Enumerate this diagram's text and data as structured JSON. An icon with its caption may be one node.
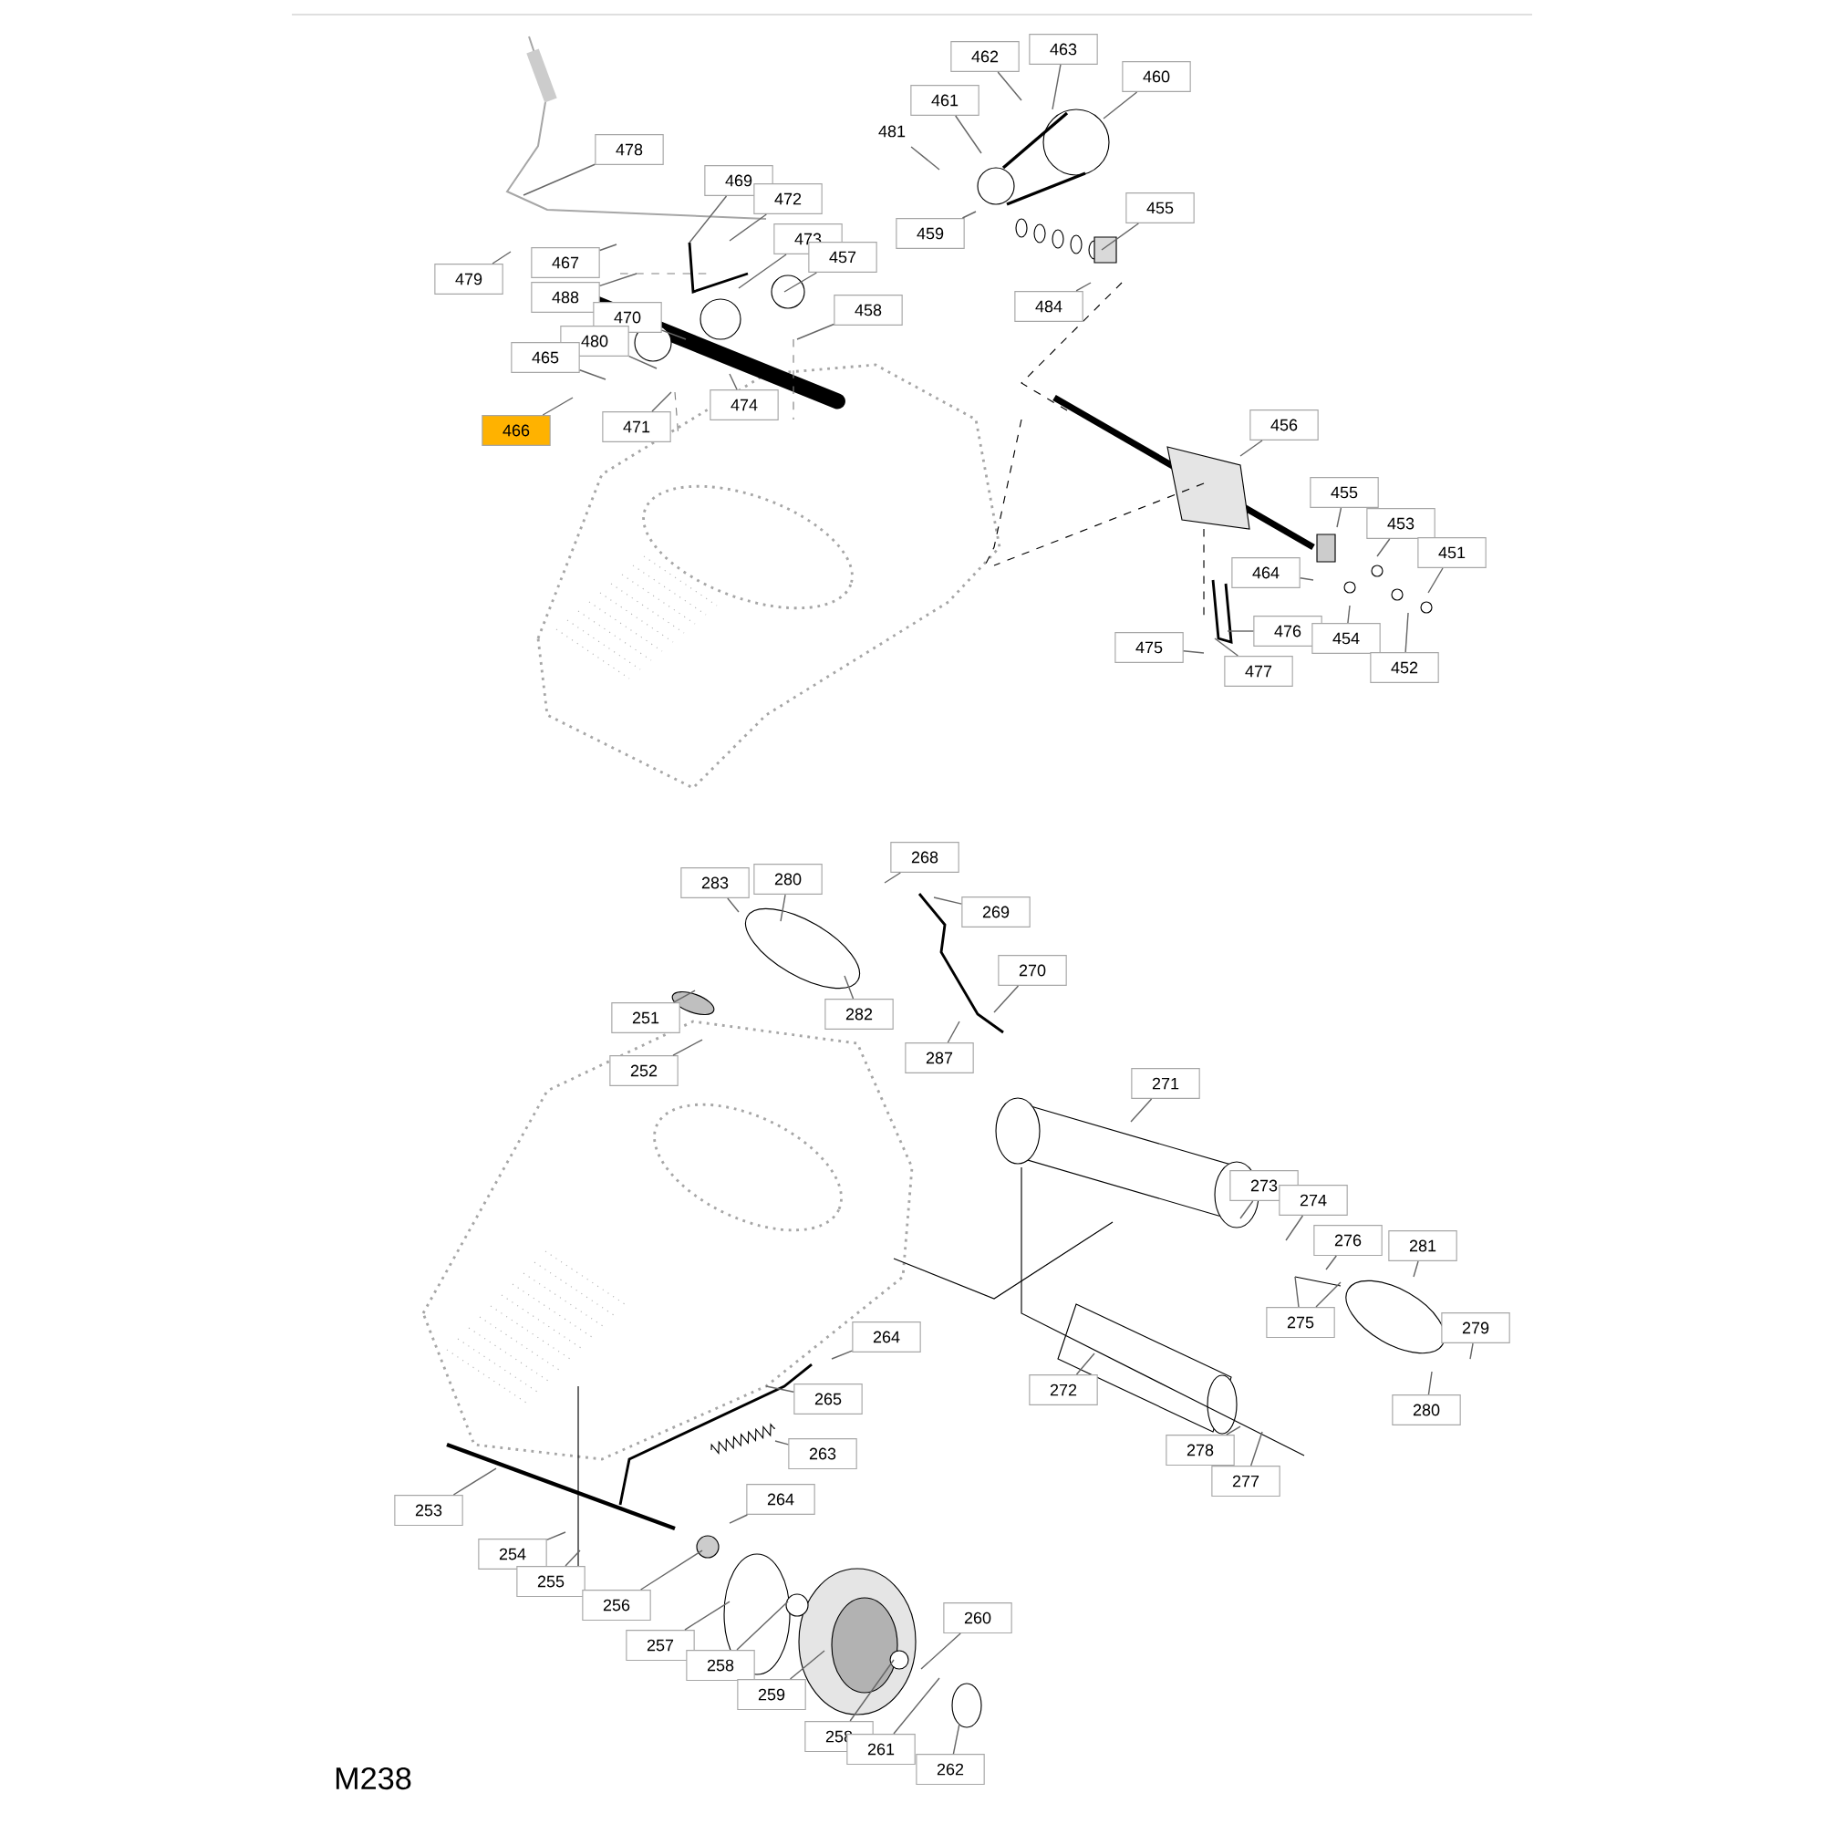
{
  "diagram": {
    "nodes": [
      {
        "text": [
          "478"
        ]
      },
      {
        "text": [
          "469"
        ]
      },
      {
        "text": [
          "472"
        ]
      },
      {
        "text": [
          "473"
        ]
      },
      {
        "text": [
          "457"
        ]
      },
      {
        "text": [
          "458"
        ]
      },
      {
        "text": [
          "479"
        ]
      },
      {
        "text": [
          "467"
        ]
      },
      {
        "text": [
          "488"
        ]
      },
      {
        "text": [
          "470"
        ]
      },
      {
        "text": [
          "480"
        ]
      },
      {
        "text": [
          "465"
        ]
      },
      {
        "text": [
          "466"
        ]
      },
      {
        "text": [
          "471"
        ]
      },
      {
        "text": [
          "474"
        ]
      },
      {
        "text": [
          "462"
        ]
      },
      {
        "text": [
          "463"
        ]
      },
      {
        "text": [
          "461"
        ]
      },
      {
        "text": [
          "460"
        ]
      },
      {
        "text": [
          "481"
        ]
      },
      {
        "text": [
          "459"
        ]
      },
      {
        "text": [
          "455"
        ]
      },
      {
        "text": [
          "484"
        ]
      },
      {
        "text": [
          "456"
        ]
      },
      {
        "text": [
          "455"
        ]
      },
      {
        "text": [
          "453"
        ]
      },
      {
        "text": [
          "451"
        ]
      },
      {
        "text": [
          "464"
        ]
      },
      {
        "text": [
          "476"
        ]
      },
      {
        "text": [
          "475"
        ]
      },
      {
        "text": [
          "477"
        ]
      },
      {
        "text": [
          "454"
        ]
      },
      {
        "text": [
          "452"
        ]
      },
      {
        "text": [
          "283"
        ]
      },
      {
        "text": [
          "280"
        ]
      },
      {
        "text": [
          "268"
        ]
      },
      {
        "text": [
          "269"
        ]
      },
      {
        "text": [
          "270"
        ]
      },
      {
        "text": [
          "282"
        ]
      },
      {
        "text": [
          "251"
        ]
      },
      {
        "text": [
          "252"
        ]
      },
      {
        "text": [
          "287"
        ]
      },
      {
        "text": [
          "271"
        ]
      },
      {
        "text": [
          "273"
        ]
      },
      {
        "text": [
          "274"
        ]
      },
      {
        "text": [
          "276"
        ]
      },
      {
        "text": [
          "275"
        ]
      },
      {
        "text": [
          "281"
        ]
      },
      {
        "text": [
          "279"
        ]
      },
      {
        "text": [
          "280"
        ]
      },
      {
        "text": [
          "264"
        ]
      },
      {
        "text": [
          "265"
        ]
      },
      {
        "text": [
          "263"
        ]
      },
      {
        "text": [
          "264"
        ]
      },
      {
        "text": [
          "272"
        ]
      },
      {
        "text": [
          "278"
        ]
      },
      {
        "text": [
          "277"
        ]
      },
      {
        "text": [
          "253"
        ]
      },
      {
        "text": [
          "254"
        ]
      },
      {
        "text": [
          "255"
        ]
      },
      {
        "text": [
          "256"
        ]
      },
      {
        "text": [
          "257"
        ]
      },
      {
        "text": [
          "258"
        ]
      },
      {
        "text": [
          "259"
        ]
      },
      {
        "text": [
          "258"
        ]
      },
      {
        "text": [
          "260"
        ]
      },
      {
        "text": [
          "261"
        ]
      },
      {
        "text": [
          "262"
        ]
      }
    ],
    "edges": [
      {
        "from": 0,
        "to": null,
        "arrow": "none"
      },
      {
        "from": 1,
        "to": null,
        "arrow": "none"
      },
      {
        "from": 2,
        "to": null,
        "arrow": "none"
      },
      {
        "from": 3,
        "to": null,
        "arrow": "none"
      },
      {
        "from": 4,
        "to": null,
        "arrow": "none"
      },
      {
        "from": 5,
        "to": null,
        "arrow": "none"
      },
      {
        "from": 6,
        "to": null,
        "arrow": "none"
      },
      {
        "from": 7,
        "to": null,
        "arrow": "none"
      },
      {
        "from": 8,
        "to": null,
        "arrow": "none"
      },
      {
        "from": 9,
        "to": null,
        "arrow": "none"
      },
      {
        "from": 10,
        "to": null,
        "arrow": "none"
      },
      {
        "from": 11,
        "to": null,
        "arrow": "none"
      },
      {
        "from": 12,
        "to": null,
        "arrow": "none"
      },
      {
        "from": 13,
        "to": null,
        "arrow": "none"
      },
      {
        "from": 14,
        "to": null,
        "arrow": "none"
      },
      {
        "from": 15,
        "to": null,
        "arrow": "none"
      },
      {
        "from": 16,
        "to": null,
        "arrow": "none"
      },
      {
        "from": 17,
        "to": null,
        "arrow": "none"
      },
      {
        "from": 18,
        "to": null,
        "arrow": "none"
      },
      {
        "from": 19,
        "to": null,
        "arrow": "none"
      },
      {
        "from": 20,
        "to": null,
        "arrow": "none"
      },
      {
        "from": 21,
        "to": null,
        "arrow": "none"
      },
      {
        "from": 22,
        "to": null,
        "arrow": "none"
      },
      {
        "from": 23,
        "to": null,
        "arrow": "none"
      },
      {
        "from": 24,
        "to": null,
        "arrow": "none"
      },
      {
        "from": 25,
        "to": null,
        "arrow": "none"
      },
      {
        "from": 26,
        "to": null,
        "arrow": "none"
      },
      {
        "from": 27,
        "to": null,
        "arrow": "none"
      },
      {
        "from": 28,
        "to": null,
        "arrow": "none"
      },
      {
        "from": 29,
        "to": null,
        "arrow": "none"
      },
      {
        "from": 30,
        "to": null,
        "arrow": "none"
      },
      {
        "from": 31,
        "to": null,
        "arrow": "none"
      },
      {
        "from": 32,
        "to": null,
        "arrow": "none"
      },
      {
        "from": 33,
        "to": null,
        "arrow": "none"
      },
      {
        "from": 34,
        "to": null,
        "arrow": "none"
      },
      {
        "from": 35,
        "to": null,
        "arrow": "none"
      },
      {
        "from": 36,
        "to": null,
        "arrow": "none"
      },
      {
        "from": 37,
        "to": null,
        "arrow": "none"
      },
      {
        "from": 38,
        "to": null,
        "arrow": "none"
      },
      {
        "from": 39,
        "to": null,
        "arrow": "none"
      },
      {
        "from": 40,
        "to": null,
        "arrow": "none"
      },
      {
        "from": 41,
        "to": null,
        "arrow": "none"
      },
      {
        "from": 42,
        "to": null,
        "arrow": "none"
      },
      {
        "from": 43,
        "to": null,
        "arrow": "none"
      },
      {
        "from": 44,
        "to": null,
        "arrow": "none"
      },
      {
        "from": 45,
        "to": null,
        "arrow": "none"
      },
      {
        "from": 46,
        "to": null,
        "arrow": "none"
      },
      {
        "from": 46,
        "to": null,
        "arrow": "none"
      },
      {
        "from": 47,
        "to": null,
        "arrow": "none"
      },
      {
        "from": 48,
        "to": null,
        "arrow": "none"
      },
      {
        "from": 49,
        "to": null,
        "arrow": "none"
      },
      {
        "from": 50,
        "to": null,
        "arrow": "none"
      },
      {
        "from": 51,
        "to": null,
        "arrow": "none"
      },
      {
        "from": 52,
        "to": null,
        "arrow": "none"
      },
      {
        "from": 53,
        "to": null,
        "arrow": "none"
      },
      {
        "from": 54,
        "to": null,
        "arrow": "none"
      },
      {
        "from": 55,
        "to": null,
        "arrow": "none"
      },
      {
        "from": 56,
        "to": null,
        "arrow": "none"
      },
      {
        "from": 57,
        "to": null,
        "arrow": "none"
      },
      {
        "from": 58,
        "to": null,
        "arrow": "none"
      },
      {
        "from": 59,
        "to": null,
        "arrow": "none"
      },
      {
        "from": 60,
        "to": null,
        "arrow": "none"
      },
      {
        "from": 61,
        "to": null,
        "arrow": "none"
      },
      {
        "from": 62,
        "to": null,
        "arrow": "none"
      },
      {
        "from": 63,
        "to": null,
        "arrow": "none"
      },
      {
        "from": 64,
        "to": null,
        "arrow": "none"
      },
      {
        "from": 65,
        "to": null,
        "arrow": "none"
      },
      {
        "from": 66,
        "to": null,
        "arrow": "none"
      },
      {
        "from": 67,
        "to": null,
        "arrow": "none"
      }
    ],
    "labels": [
      "M238"
    ]
  }
}
